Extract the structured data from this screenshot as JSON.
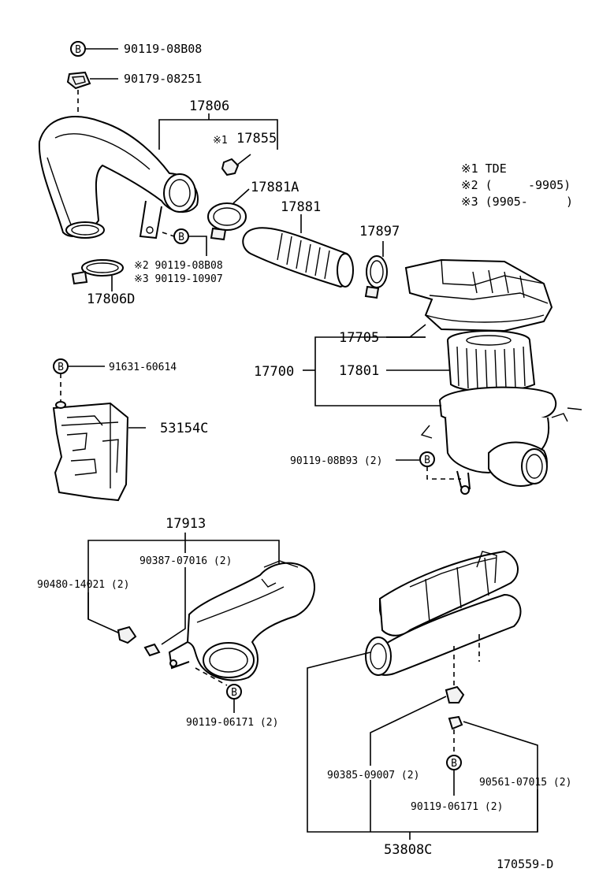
{
  "diagram_id": "170559-D",
  "bolt_marker": "B",
  "notes": {
    "n1": "※1 TDE",
    "n2_a": "※2 (",
    "n2_b": "-9905)",
    "n3_a": "※3 (9905-",
    "n3_b": ")"
  },
  "labels": {
    "p90119_08B08_top": "90119-08B08",
    "p90179_08251": "90179-08251",
    "p17806": "17806",
    "p17855_mark": "※1",
    "p17855": "17855",
    "p17881A": "17881A",
    "p17881": "17881",
    "p17897": "17897",
    "p90119_08B08_b": "※2 90119-08B08",
    "p90119_10907": "※3 90119-10907",
    "p17806D": "17806D",
    "p17705": "17705",
    "p17700": "17700",
    "p17801": "17801",
    "p91631_60614": "91631-60614",
    "p53154C": "53154C",
    "p90119_08B93": "90119-08B93 (2)",
    "p17913": "17913",
    "p90387_07016": "90387-07016 (2)",
    "p90480_14021": "90480-14021 (2)",
    "p90119_06171_a": "90119-06171 (2)",
    "p90385_09007": "90385-09007 (2)",
    "p90561_07015": "90561-07015 (2)",
    "p90119_06171_b": "90119-06171 (2)",
    "p53808C": "53808C"
  }
}
